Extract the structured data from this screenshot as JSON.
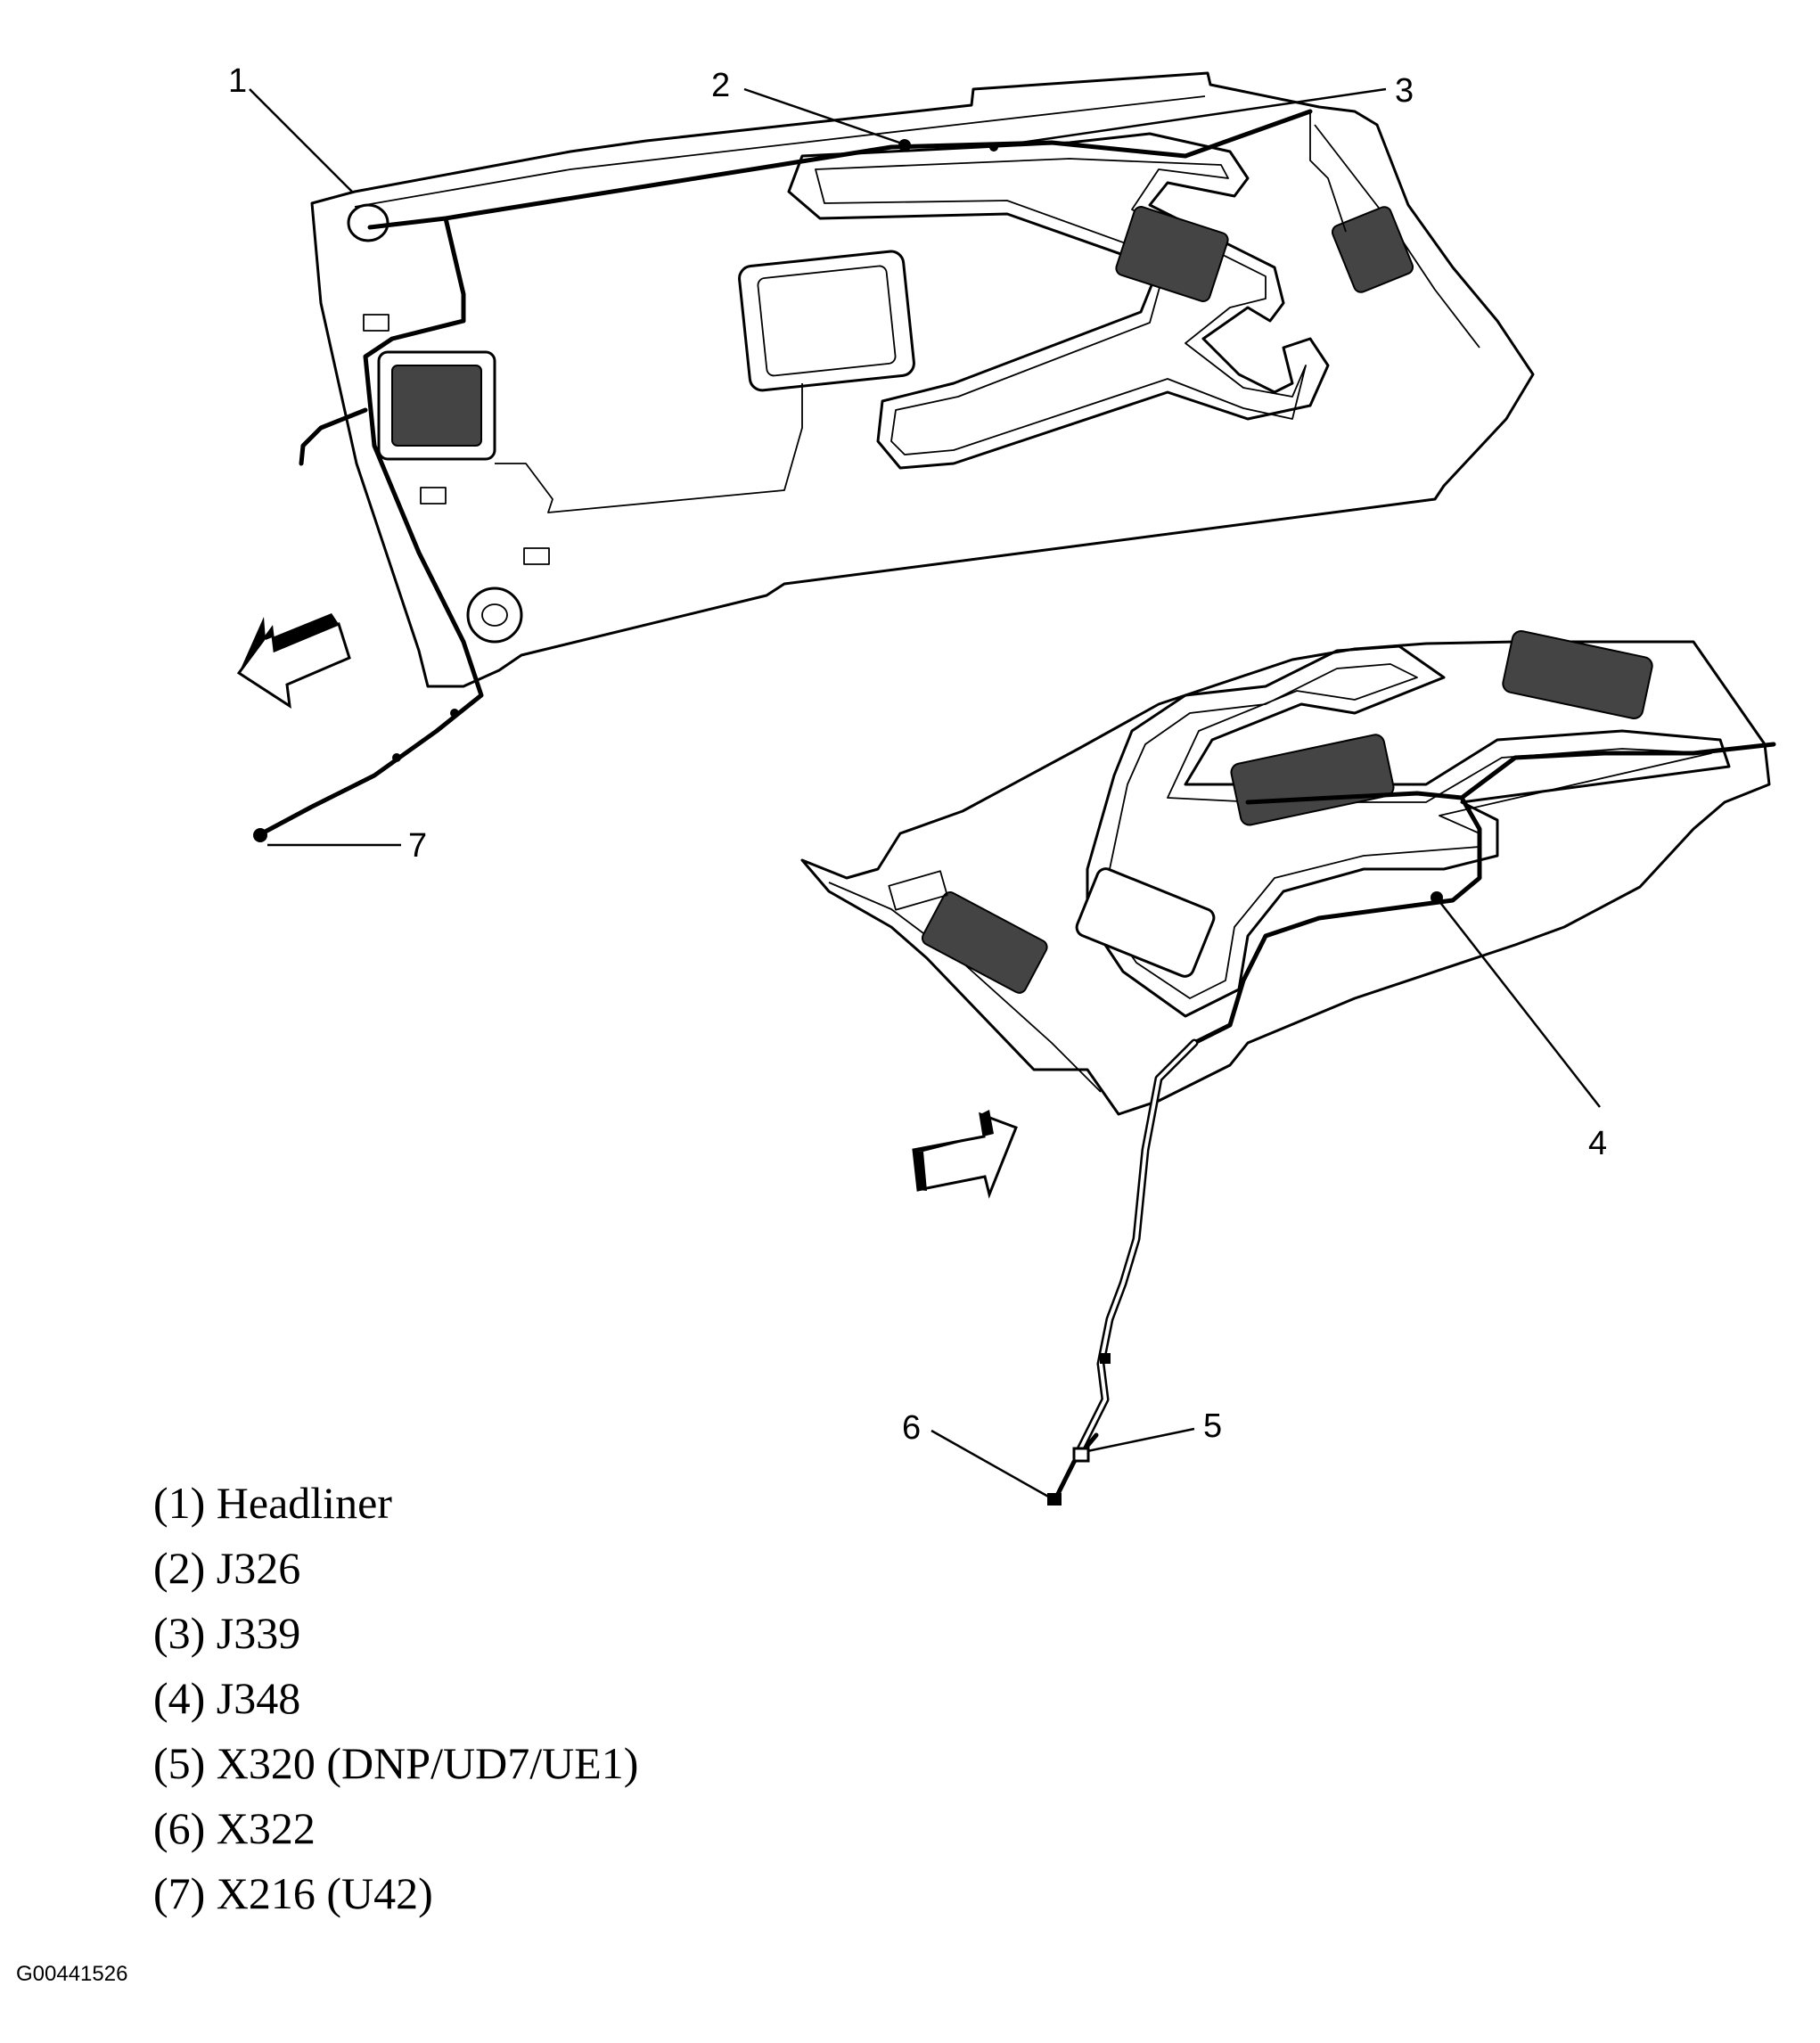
{
  "callouts": [
    "1",
    "2",
    "3",
    "4",
    "5",
    "6",
    "7"
  ],
  "legend": [
    "(1) Headliner",
    "(2) J326",
    "(3) J339",
    "(4) J348",
    "(5) X320 (DNP/UD7/UE1)",
    "(6) X322",
    "(7) X216 (U42)"
  ],
  "figure_id": "G00441526"
}
